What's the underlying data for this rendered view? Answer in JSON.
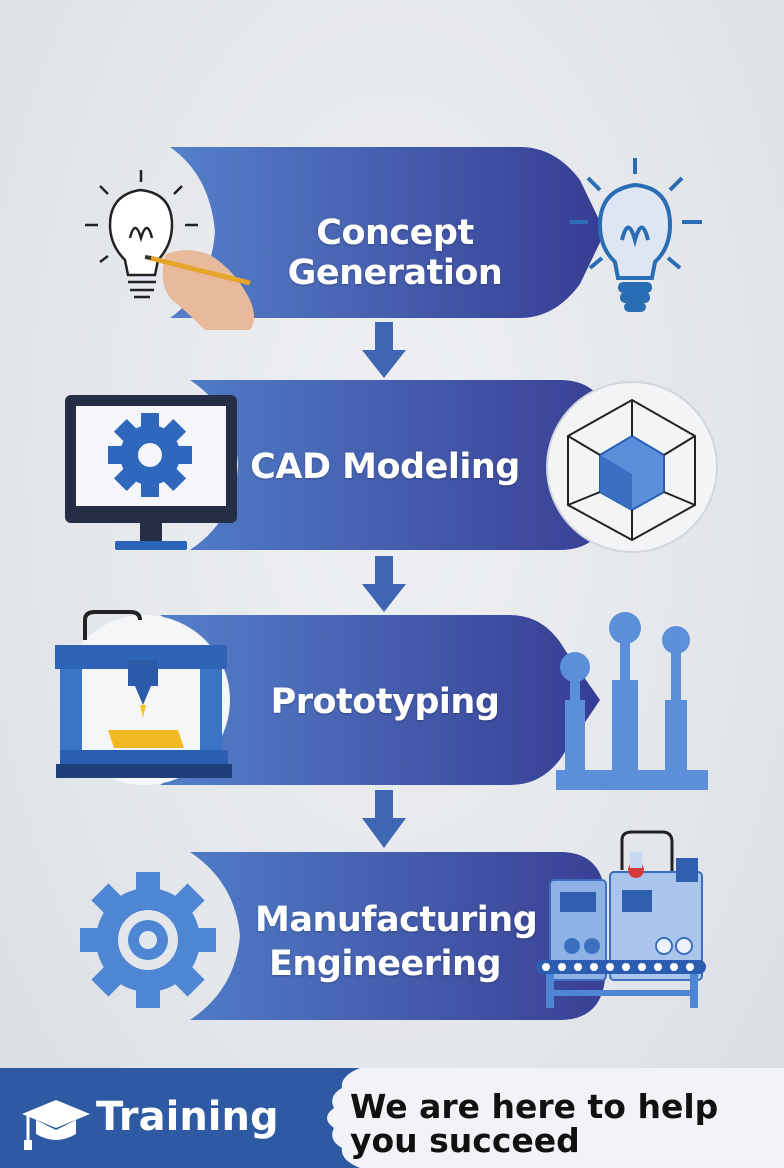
{
  "steps": [
    {
      "label": "Concept Generation"
    },
    {
      "label": "CAD Modeling"
    },
    {
      "label": "Prototyping"
    },
    {
      "label": "Manufacturing Engineering"
    }
  ],
  "icons": {
    "step1_left": "lightbulb-sketch-icon",
    "step1_right": "lightbulb-icon",
    "step2_left": "monitor-gear-icon",
    "step2_right": "cube-icon",
    "step3_left": "3d-printer-icon",
    "step3_right": "factory-pillars-icon",
    "step4_left": "gear-icon",
    "step4_right": "production-line-icon",
    "footer": "graduation-cap-icon"
  },
  "footer": {
    "brand": "Training",
    "tagline": "We are here to help you succeed"
  },
  "colors": {
    "banner_start": "#4f79c4",
    "banner_end": "#3a3f94",
    "arrow": "#3e66b3",
    "icon_blue": "#3c6fc4",
    "footer_bg": "#2d5aa3"
  }
}
